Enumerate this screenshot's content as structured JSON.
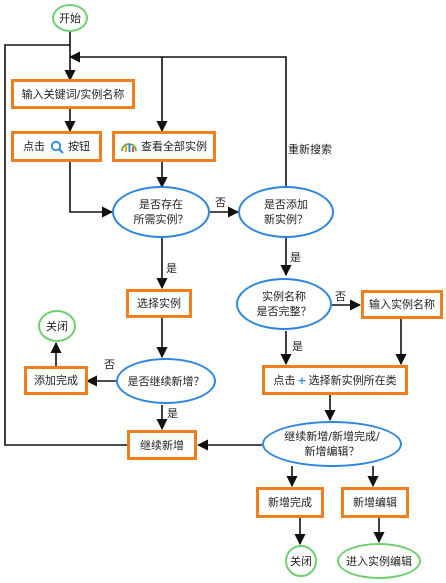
{
  "nodes": {
    "start": "开始",
    "input_keyword": "输入关键词/实例名称",
    "click_prefix": "点击",
    "click_suffix": "按钮",
    "view_all": "查看全部实例",
    "exists": "是否存在\n所需实例？",
    "add_new": "是否添加\n新实例？",
    "name_complete": "实例名称\n是否完整？",
    "input_name": "输入实例名称",
    "select": "选择实例",
    "close_top": "关闭",
    "add_done": "添加完成",
    "continue_q": "是否继续新增？",
    "click_plus_prefix": "点击",
    "click_plus_suffix": "选择新实例所在类",
    "continue_new": "继续新增",
    "three_way": "继续新增/新增完成/\n新增编辑？",
    "new_done": "新增完成",
    "new_edit": "新增编辑",
    "close_bottom": "关闭",
    "enter_edit": "进入实例编辑"
  },
  "edges": {
    "research": "重新搜索",
    "no1": "否",
    "yes1": "是",
    "yes2": "是",
    "no2": "否",
    "yes3": "是",
    "no3": "否",
    "yes4": "是"
  },
  "colors": {
    "rect_border": "#f07f1f",
    "decision_border": "#2e86de",
    "terminal_border": "#6fcf6f",
    "arrow": "#111111",
    "icon_blue": "#2e86de"
  }
}
